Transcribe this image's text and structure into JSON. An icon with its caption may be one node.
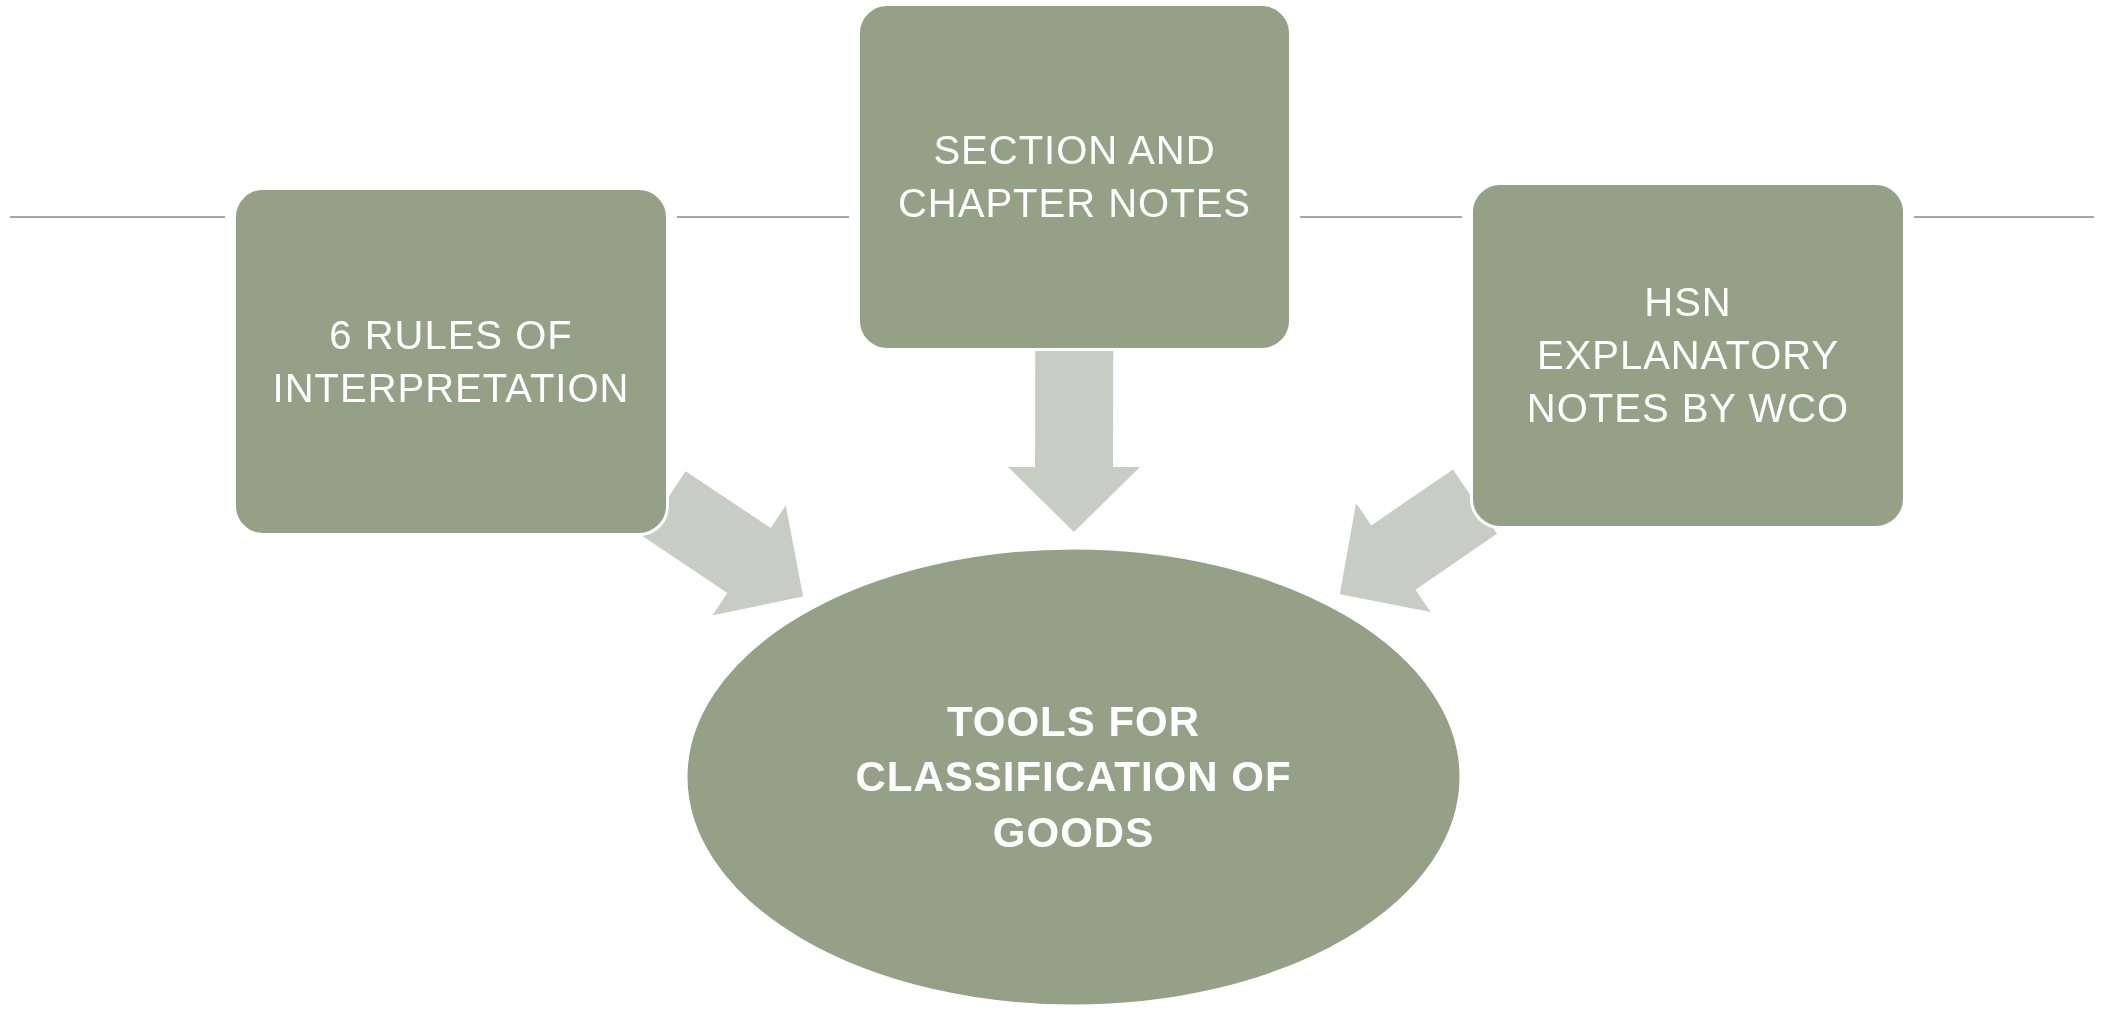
{
  "diagram": {
    "nodes": [
      {
        "text": [
          "6 RULES OF INTERPRETATION"
        ]
      },
      {
        "text": [
          "SECTION AND CHAPTER NOTES"
        ]
      },
      {
        "text": [
          "HSN EXPLANATORY NOTES BY WCO"
        ]
      },
      {
        "text": [
          "TOOLS FOR CLASSIFICATION OF GOODS"
        ]
      }
    ],
    "edges": [
      {
        "from": 0,
        "to": 3,
        "arrow": "to",
        "style": "thick"
      },
      {
        "from": 1,
        "to": 3,
        "arrow": "to",
        "style": "thick"
      },
      {
        "from": 2,
        "to": 3,
        "arrow": "to",
        "style": "thick"
      },
      {
        "from": null,
        "to": 0,
        "arrow": "none"
      },
      {
        "from": 0,
        "to": 1,
        "arrow": "none"
      },
      {
        "from": 1,
        "to": 2,
        "arrow": "none"
      },
      {
        "from": 2,
        "to": null,
        "arrow": "none"
      }
    ]
  }
}
